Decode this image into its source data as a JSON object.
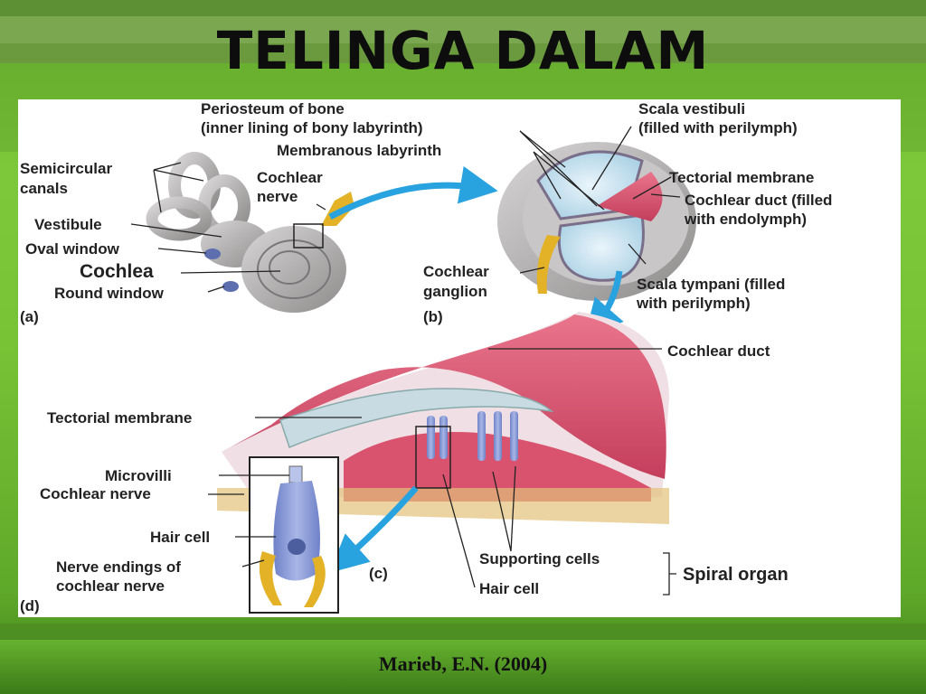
{
  "title": "TELINGA DALAM",
  "caption": "Marieb, E.N. (2004)",
  "colors": {
    "background": "#78c236",
    "arrow": "#29a3e0",
    "tissue": "#d94a68",
    "bone": "#a8a5a5",
    "hair_cell": "#8d9fd8",
    "nerve": "#e3b227"
  },
  "labels": {
    "periosteum_1": "Periosteum of bone",
    "periosteum_2": "(inner lining of bony labyrinth)",
    "membranous_labyrinth": "Membranous labyrinth",
    "semicircular_1": "Semicircular",
    "semicircular_2": "canals",
    "cochlear_nerve_a_1": "Cochlear",
    "cochlear_nerve_a_2": "nerve",
    "vestibule": "Vestibule",
    "oval_window": "Oval window",
    "cochlea": "Cochlea",
    "round_window": "Round window",
    "panel_a": "(a)",
    "scala_vestibuli_1": "Scala vestibuli",
    "scala_vestibuli_2": "(filled with perilymph)",
    "tectorial_membrane_b": "Tectorial membrane",
    "cochlear_duct_b_1": "Cochlear duct (filled",
    "cochlear_duct_b_2": "with endolymph)",
    "cochlear_ganglion_1": "Cochlear",
    "cochlear_ganglion_2": "ganglion",
    "scala_tympani_1": "Scala tympani (filled",
    "scala_tympani_2": "with perilymph)",
    "panel_b": "(b)",
    "cochlear_duct_c": "Cochlear duct",
    "tectorial_membrane_c": "Tectorial membrane",
    "microvilli": "Microvilli",
    "cochlear_nerve_c": "Cochlear nerve",
    "hair_cell_d": "Hair cell",
    "nerve_endings_1": "Nerve endings of",
    "nerve_endings_2": "cochlear nerve",
    "panel_d": "(d)",
    "panel_c": "(c)",
    "supporting_cells": "Supporting cells",
    "hair_cell_c": "Hair cell",
    "spiral_organ": "Spiral organ"
  }
}
